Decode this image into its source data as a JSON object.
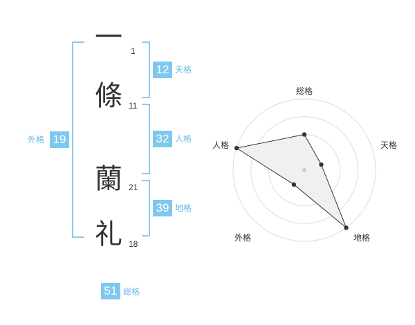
{
  "name_chars": [
    {
      "char": "一",
      "strokes": "1"
    },
    {
      "char": "條",
      "strokes": "11"
    },
    {
      "char": "蘭",
      "strokes": "21"
    },
    {
      "char": "礼",
      "strokes": "18"
    }
  ],
  "fortunes": {
    "tenkaku": {
      "value": "12",
      "label": "天格"
    },
    "jinkaku": {
      "value": "32",
      "label": "人格"
    },
    "chikaku": {
      "value": "39",
      "label": "地格"
    },
    "gaikaku": {
      "value": "19",
      "label": "外格"
    },
    "soukaku": {
      "value": "51",
      "label": "総格"
    }
  },
  "radar": {
    "axes": [
      "総格",
      "天格",
      "地格",
      "外格",
      "人格"
    ],
    "levels": 4,
    "values": [
      0.5,
      0.25,
      1.0,
      0.25,
      1.0
    ],
    "grid_color": "#dddddd",
    "fill_color": "#eeeeee",
    "line_color": "#333333",
    "center_dot_color": "#cccccc"
  },
  "colors": {
    "accent": "#7ec8ee",
    "accent_text": "#6ab8e6",
    "bracket": "#8ccaf0"
  }
}
